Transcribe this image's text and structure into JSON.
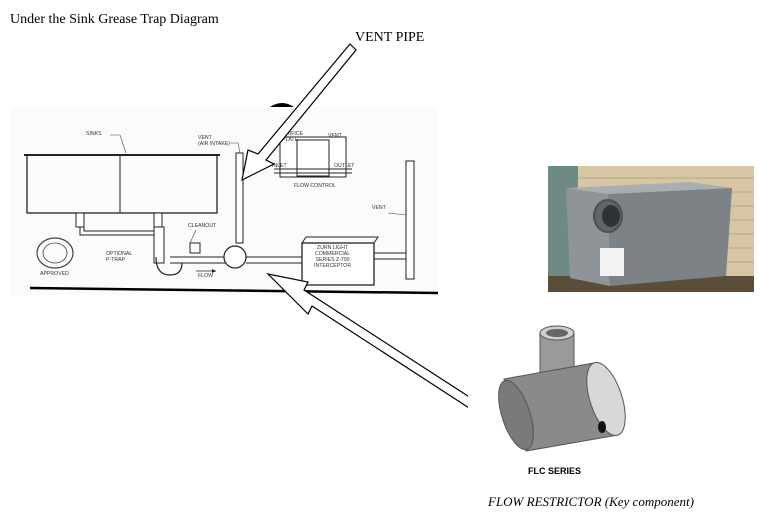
{
  "title": "Under the Sink Grease Trap Diagram",
  "callouts": {
    "vent_pipe": "VENT PIPE",
    "flow_restrictor": "FLOW RESTRICTOR (Key component)"
  },
  "schematic": {
    "labels": {
      "sinks": "SINKS",
      "vent_air_intake": "VENT\n(AIR INTAKE)",
      "orifice_plate": "ORIFICE\nPLATE",
      "vent_top": "VENT",
      "inlet": "INLET",
      "outlet": "OUTLET",
      "flow_control": "FLOW CONTROL",
      "vent_right": "VENT",
      "cleanout": "CLEANOUT",
      "optional_ptrap": "OPTIONAL\nP-TRAP",
      "flow": "FLOW",
      "interceptor": "ZURN LIGHT\nCOMMERCIAL\nSERIES Z-700\nINTERCEPTOR",
      "approved": "APPROVED"
    }
  },
  "photos": {
    "flc_label": "FLC SERIES"
  },
  "colors": {
    "trap_body": "#8e9497",
    "trap_shadow": "#6f7578",
    "wall": "#d6c6a4"
  }
}
